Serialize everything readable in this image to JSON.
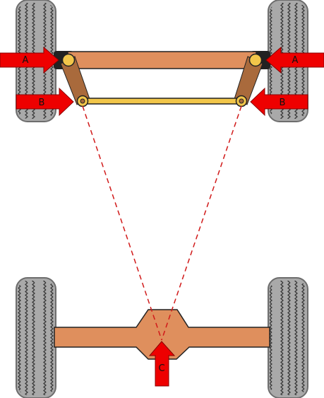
{
  "labels": {
    "front_left_upper": "A",
    "front_right_upper": "A",
    "front_left_lower": "B",
    "front_right_lower": "B",
    "rear_center": "C"
  },
  "colors": {
    "tire": "#a9a9a9",
    "tire_outline": "#6d6d6d",
    "tread": "#3a3a3a",
    "axle": "#df8f5d",
    "arm": "#a96a3c",
    "tie_rod": "#f2c64a",
    "pivot": "#f2c64a",
    "arrow": "#ee0000",
    "guide_line": "#d11a1a"
  },
  "icons": {
    "tire": "tire-icon",
    "force_arrow": "arrow-icon",
    "pivot": "pivot-joint-icon"
  }
}
